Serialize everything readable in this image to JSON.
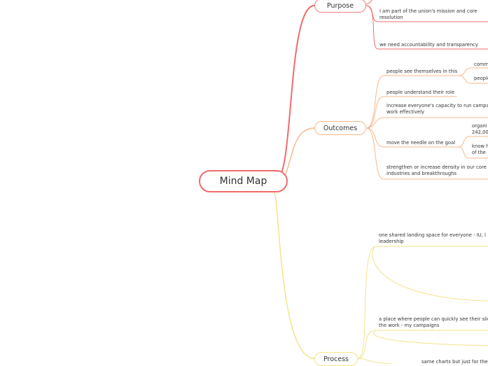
{
  "root": {
    "label": "Mind Map"
  },
  "colors": {
    "purpose": "#f06b6b",
    "outcomes": "#f7b98a",
    "process": "#f3e38a"
  },
  "purpose": {
    "label": "Purpose",
    "items": [
      "I am part of the union's mission and core resolution",
      "we need accountability and transparency"
    ]
  },
  "outcomes": {
    "label": "Outcomes",
    "items": [
      "people see themselves in this",
      "people understand their role",
      "increase everyone's capacity to run campa work effectively",
      "move the needle on the goal",
      "strengthen or increase density in our core industries and breakthroughs"
    ],
    "sub_see": [
      "comm",
      "people"
    ],
    "sub_needle": [
      "organi 242,00",
      "know h of the"
    ]
  },
  "process": {
    "label": "Process",
    "items": [
      "one shared landing space for everyone - IU, l leadership",
      "a place where people can quickly see their slic the work - my campaigns",
      "same charts but just for thei"
    ]
  }
}
